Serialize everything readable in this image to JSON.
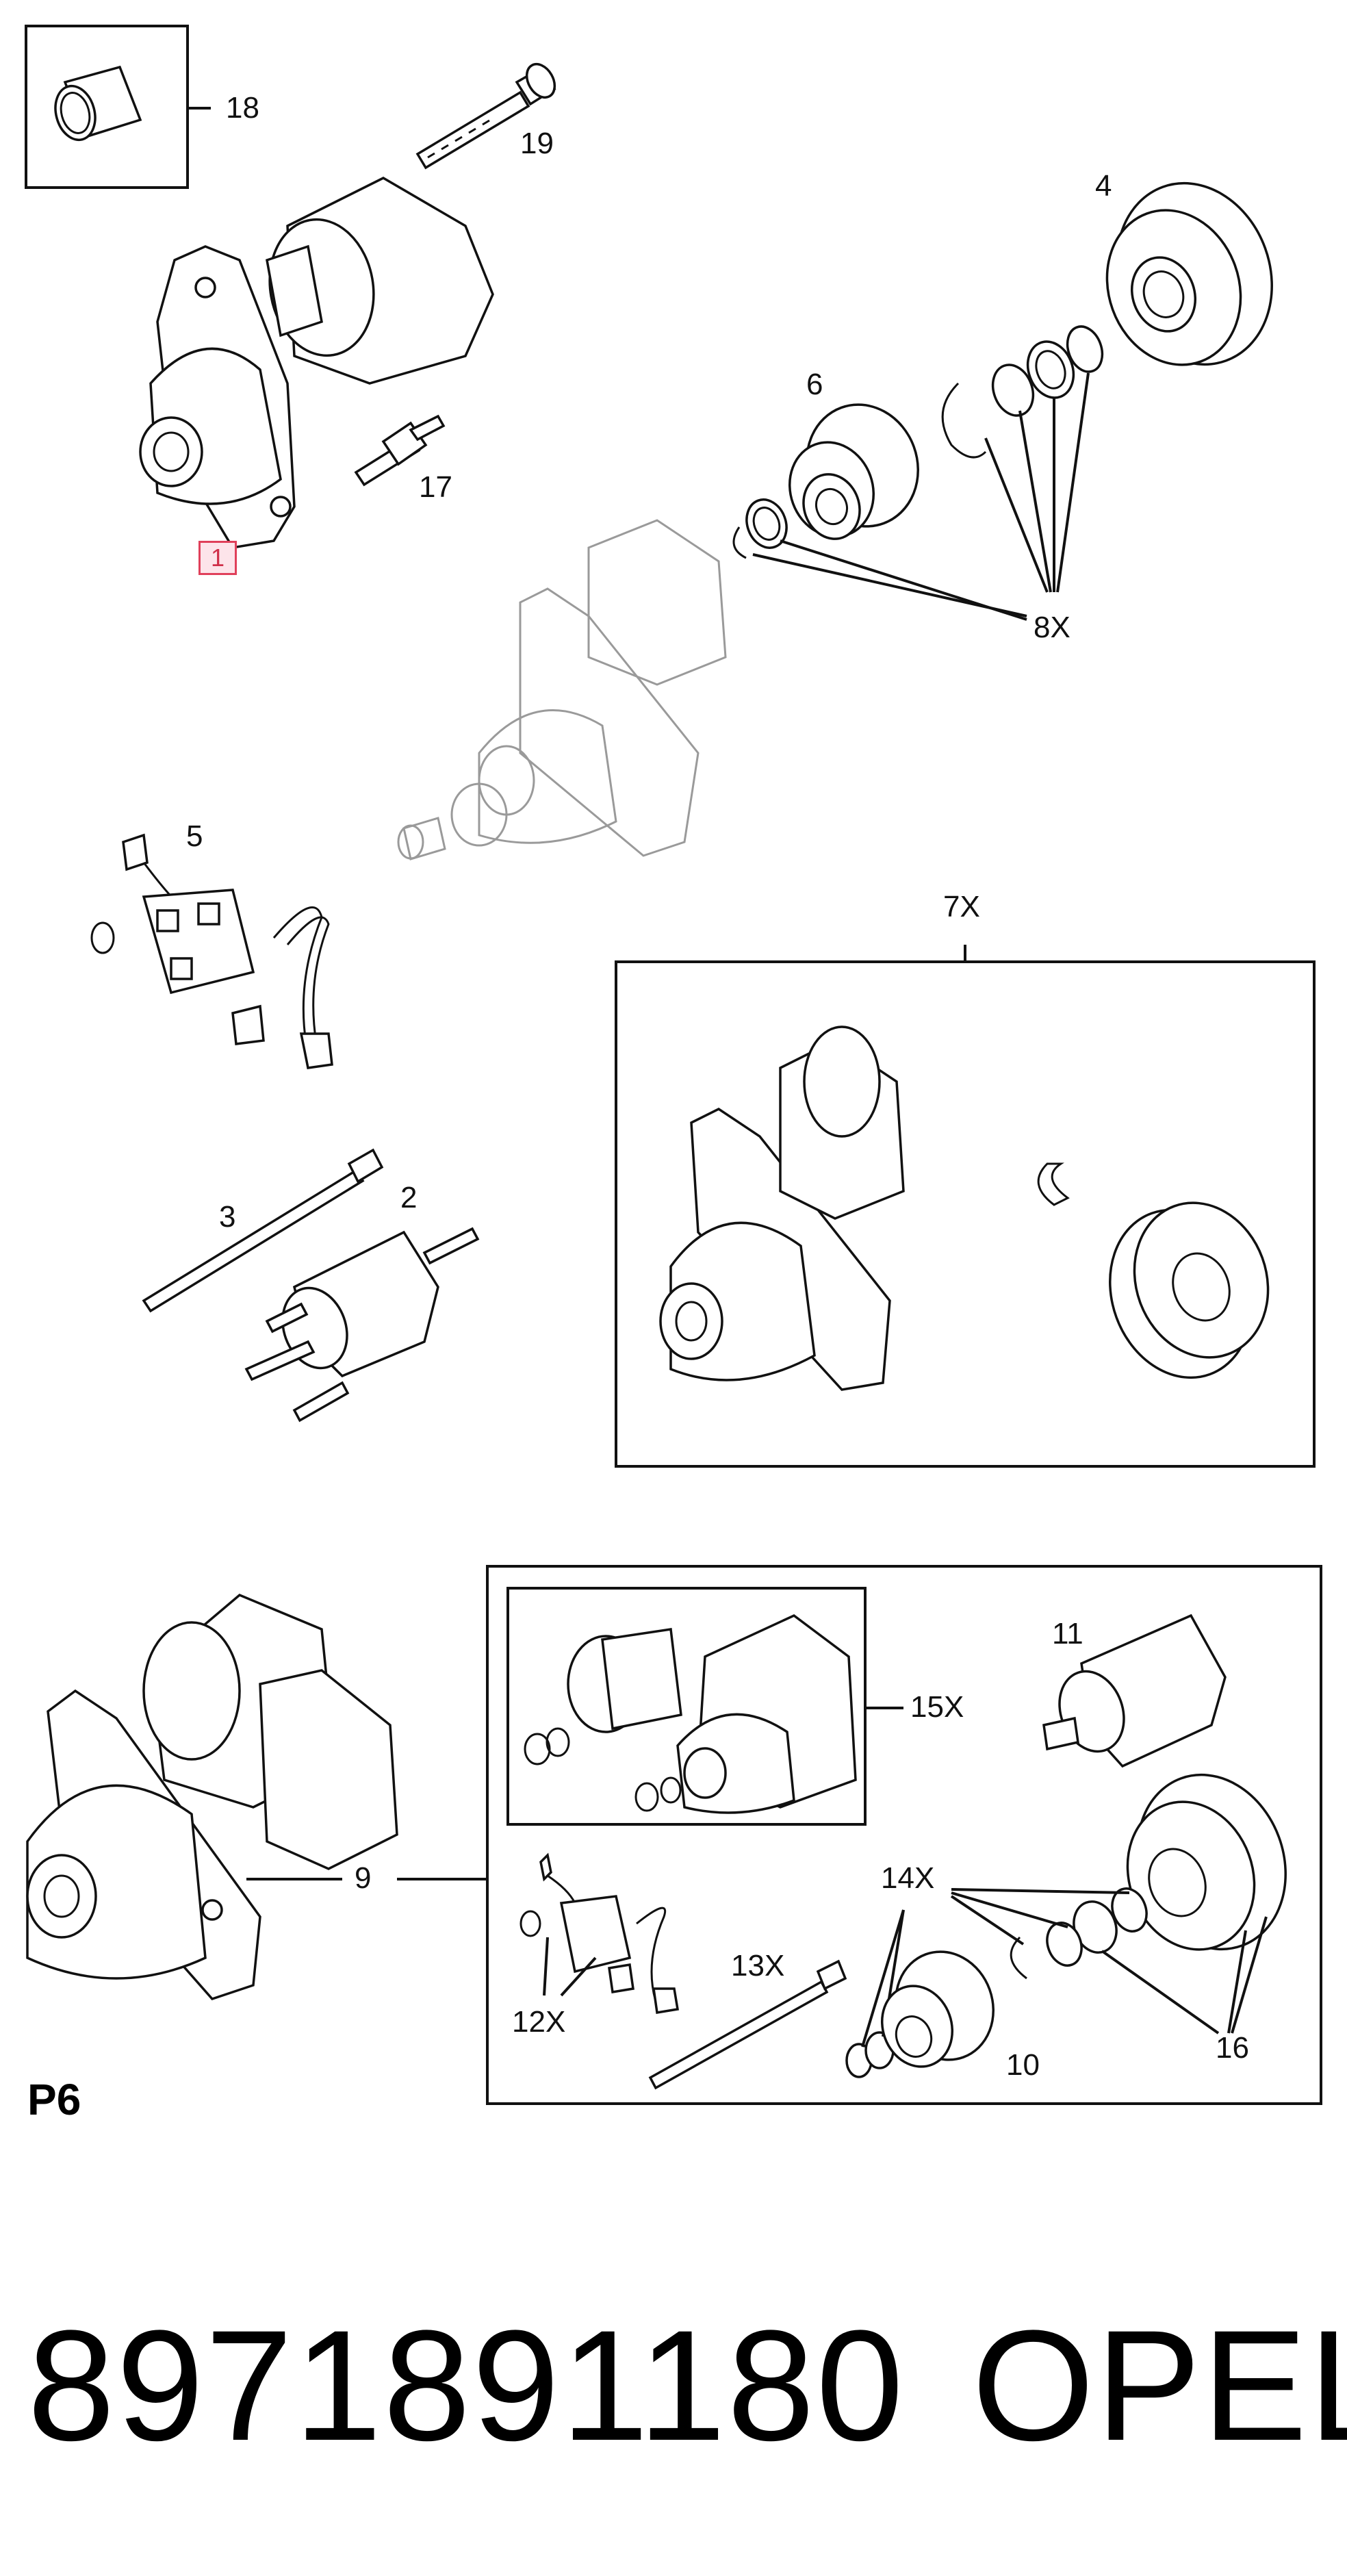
{
  "labels": {
    "l18": "18",
    "l19": "19",
    "l4": "4",
    "l6": "6",
    "l17": "17",
    "l1": "1",
    "l8x": "8X",
    "l5": "5",
    "l7x": "7X",
    "l3": "3",
    "l2": "2",
    "l15x": "15X",
    "l11": "11",
    "l9": "9",
    "l14x": "14X",
    "l13x": "13X",
    "l12x": "12X",
    "l10": "10",
    "l16": "16"
  },
  "section_code": "P6",
  "footer": {
    "part_number": "8971891180",
    "brand": "OPEL"
  },
  "colors": {
    "line": "#111111",
    "ghost": "#9a9a9a",
    "highlight": "#e0405a",
    "highlight_bg": "#fde4ea"
  }
}
